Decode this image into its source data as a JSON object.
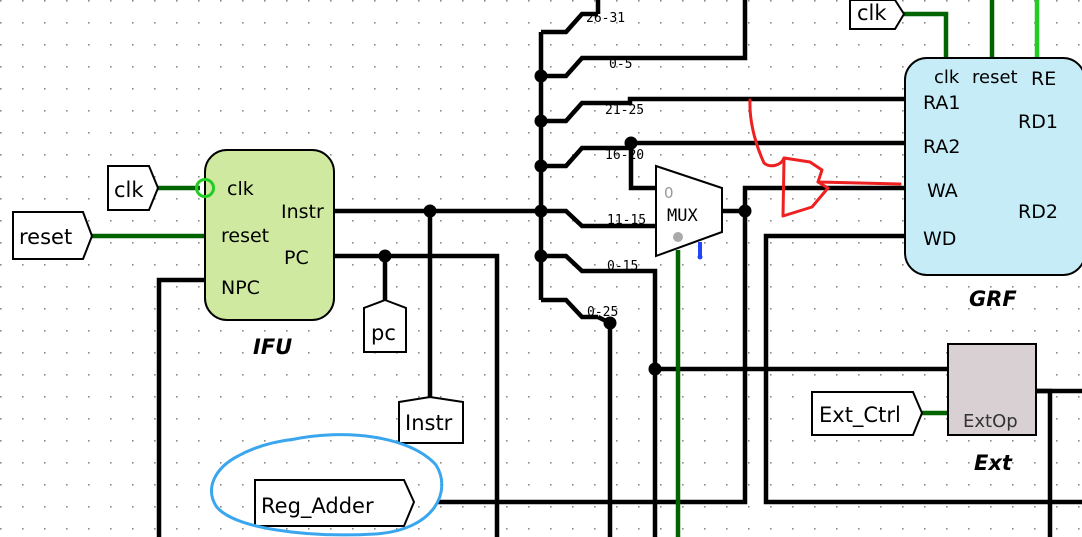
{
  "diagram": {
    "inputs": {
      "clk_top": "clk",
      "clk_left": "clk",
      "reset": "reset",
      "ext_ctrl": "Ext_Ctrl"
    },
    "outputs": {
      "pc": "pc",
      "instr": "Instr",
      "reg_adder": "Reg_Adder"
    },
    "ifu": {
      "name": "IFU",
      "ports": {
        "clk": "clk",
        "reset": "reset",
        "npc": "NPC",
        "instr": "Instr",
        "pc": "PC"
      }
    },
    "grf": {
      "name": "GRF",
      "ports": {
        "clk": "clk",
        "reset": "reset",
        "re": "RE",
        "ra1": "RA1",
        "ra2": "RA2",
        "wa": "WA",
        "wd": "WD",
        "rd1": "RD1",
        "rd2": "RD2"
      }
    },
    "ext": {
      "name": "Ext",
      "ports": {
        "extop": "ExtOp"
      }
    },
    "mux": {
      "label": "MUX",
      "input0": "0"
    },
    "splitter_labels": [
      "26-31",
      "0-5",
      "21-25",
      "16-20",
      "11-15",
      "0-15",
      "0-25"
    ]
  },
  "colors": {
    "ifu_fill": "#cfeaa0",
    "grf_fill": "#c6ecf8",
    "ext_fill": "#d8d0d2",
    "wire_dark_green": "#006400",
    "wire_light_green": "#22cc22",
    "annotation_red": "#ee2020",
    "annotation_blue": "#3aa6ee"
  }
}
